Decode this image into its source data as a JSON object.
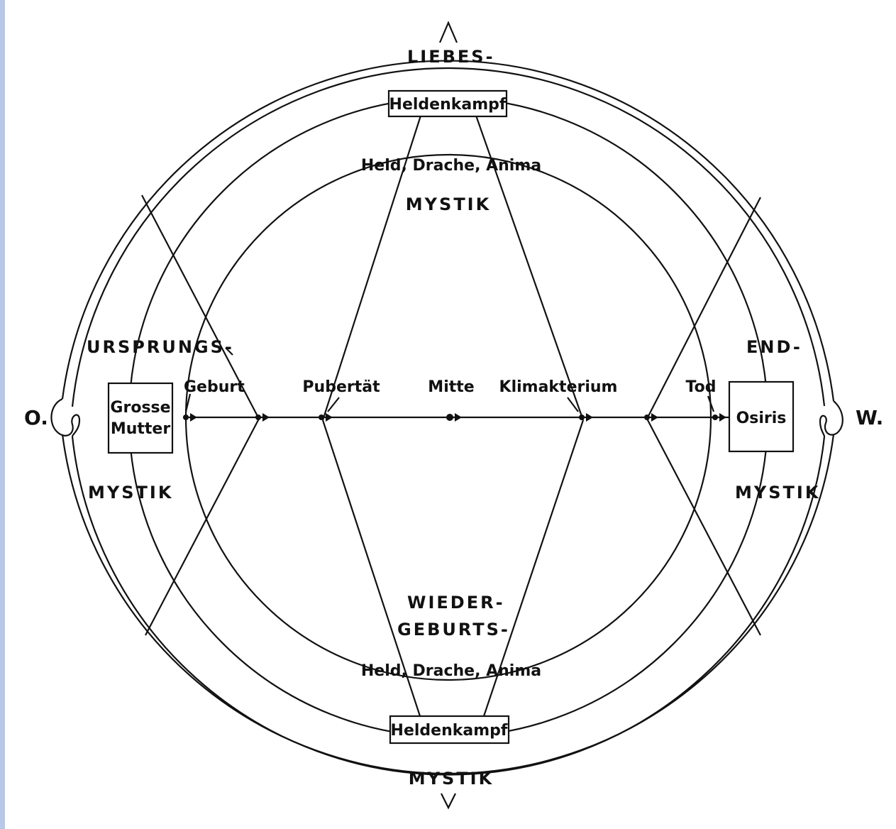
{
  "labels": {
    "liebes": "LIEBES-",
    "heldenkampf_top": "Heldenkampf",
    "heldenkampf_bottom": "Heldenkampf",
    "held_top": "Held, Drache, Anima",
    "held_bottom": "Held, Drache, Anima",
    "mystik_top": "MYSTIK",
    "mystik_left": "MYSTIK",
    "mystik_right": "MYSTIK",
    "mystik_bottom": "MYSTIK",
    "ursprungs": "URSPRUNGS-",
    "end": "END-",
    "grosse": "Grosse",
    "mutter": "Mutter",
    "osiris": "Osiris",
    "geburt": "Geburt",
    "pubertaet": "Pubertät",
    "mitte": "Mitte",
    "klimakterium": "Klimakterium",
    "tod": "Tod",
    "wieder": "WIEDER-",
    "geburts": "GEBURTS-",
    "o": "O.",
    "w": "W."
  }
}
